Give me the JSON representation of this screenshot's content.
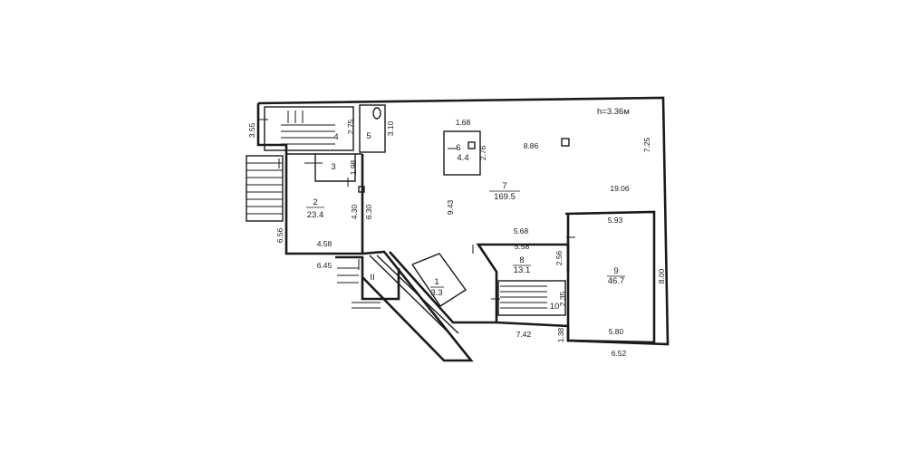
{
  "floor_plan": {
    "ceiling_height": "h=3.36м",
    "rooms": [
      {
        "key": "r1",
        "number": "1",
        "area": "3.3"
      },
      {
        "key": "r2",
        "number": "2",
        "area": "23.4"
      },
      {
        "key": "r3",
        "number": "3"
      },
      {
        "key": "r4",
        "number": "4"
      },
      {
        "key": "r5",
        "number": "5"
      },
      {
        "key": "r6",
        "number": "6",
        "area": "4.4"
      },
      {
        "key": "r7",
        "number": "7",
        "area": "169.5"
      },
      {
        "key": "r8",
        "number": "8",
        "area": "13.1"
      },
      {
        "key": "r9",
        "number": "9",
        "area": "46.7"
      },
      {
        "key": "r10",
        "number": "10"
      },
      {
        "key": "rII",
        "number": "II"
      }
    ],
    "dimensions": {
      "d_355": "3.55",
      "d_275a": "2.75",
      "d_310": "3.10",
      "d_168": "1.68",
      "d_276": "2.76",
      "d_886": "8.86",
      "d_725": "7.25",
      "d_198": "1.98",
      "d_1906": "19.06",
      "d_943": "9.43",
      "d_430": "4.30",
      "d_630": "6.30",
      "d_656": "6.56",
      "d_458": "4.58",
      "d_568": "5.68",
      "d_558": "5.58",
      "d_593": "5.93",
      "d_256": "2.56",
      "d_800": "8.00",
      "d_645": "6.45",
      "d_235": "2.35",
      "d_742": "7.42",
      "d_138": "1.38",
      "d_580": "5.80",
      "d_652": "6.52"
    }
  }
}
